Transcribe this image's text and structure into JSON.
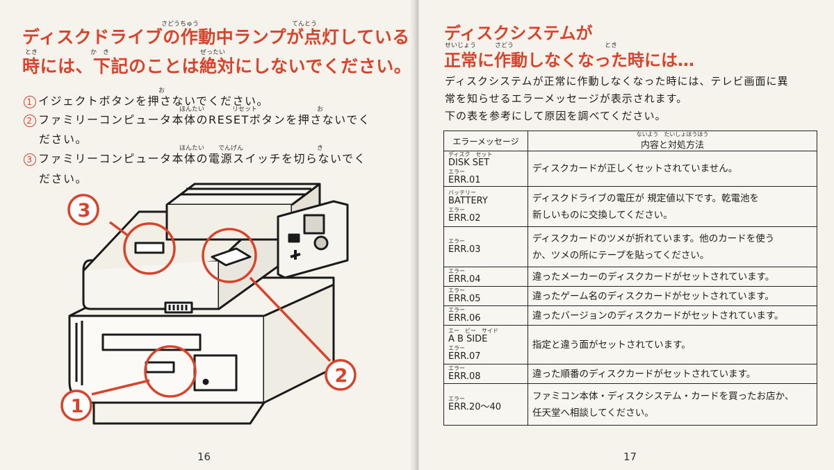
{
  "left_page": {
    "title_line1": "ディスクドライブの作動中ランプが点灯している",
    "title_line2": "時には、下記のことは絶対にしないでください。",
    "title_ruby": {
      "sadouchuu": "さどうちゅう",
      "tentou": "てんとう",
      "toki": "とき",
      "kaki": "か　き",
      "zettai": "ぜったい"
    },
    "items": [
      {
        "num": "1",
        "text": "イジェクトボタンを押さないでください。",
        "ruby": "お"
      },
      {
        "num": "2",
        "text_line1": "ファミリーコンピュータ本体のRESETボタンを押さないでく",
        "text_line2": "ださい。",
        "ruby_hontai": "ほんたい",
        "ruby_reset": "リセット",
        "ruby_osu": "お"
      },
      {
        "num": "3",
        "text_line1": "ファミリーコンピュータ本体の電源スイッチを切らないでく",
        "text_line2": "ださい。",
        "ruby_hontai": "ほんたい",
        "ruby_dengen": "でんげん",
        "ruby_kiru": "き"
      }
    ],
    "callouts": [
      "3",
      "2",
      "1"
    ],
    "page_number": "16"
  },
  "right_page": {
    "title_line1": "ディスクシステムが",
    "title_line2": "正常に作動しなくなった時には…",
    "title_ruby": {
      "seijou": "せいじょう",
      "sadou": "さどう",
      "toki": "とき"
    },
    "intro_lines": [
      "ディスクシステムが正常に作動しなくなった時には、テレビ画面に異",
      "常を知らせるエラーメッセージが表示されます。",
      "下の表を参考にして原因を調べてください。"
    ],
    "table": {
      "headers": [
        "エラーメッセージ",
        "内容と対処方法"
      ],
      "header_ruby": "ないよう　たいしょほうほう",
      "rows": [
        {
          "kana": "ディスク　セット",
          "code": "DISK SET",
          "kana2": "エラー",
          "code2": "ERR.01",
          "desc": [
            "ディスクカードが正しくセットされていません。"
          ]
        },
        {
          "kana": "バッテリー",
          "code": "BATTERY",
          "kana2": "エラー",
          "code2": "ERR.02",
          "desc": [
            "ディスクドライブの電圧が 規定値以下です。乾電池を",
            "新しいものに交換してください。"
          ]
        },
        {
          "kana": "エラー",
          "code": "ERR.03",
          "desc": [
            "ディスクカードのツメが折れています。他のカードを使う",
            "か、ツメの所にテープを貼ってください。"
          ]
        },
        {
          "kana": "エラー",
          "code": "ERR.04",
          "desc": [
            "違ったメーカーのディスクカードがセットされています。"
          ]
        },
        {
          "kana": "エラー",
          "code": "ERR.05",
          "desc": [
            "違ったゲーム名のディスクカードがセットされています。"
          ]
        },
        {
          "kana": "エラー",
          "code": "ERR.06",
          "desc": [
            "違ったバージョンのディスクカードがセットされています。"
          ]
        },
        {
          "kana": "エー　ビー　サイド",
          "code": "A  B SIDE",
          "kana2": "エラー",
          "code2": "ERR.07",
          "desc": [
            "指定と違う面がセットされています。"
          ]
        },
        {
          "kana": "エラー",
          "code": "ERR.08",
          "desc": [
            "違った順番のディスクカードがセットされています。"
          ]
        },
        {
          "kana": "エラー",
          "code": "ERR.20〜40",
          "desc": [
            "ファミコン本体・ディスクシステム・カードを買ったお店か、",
            "任天堂へ相談してください。"
          ]
        }
      ]
    },
    "page_number": "17"
  },
  "colors": {
    "accent_red": "#d8432b",
    "paper": "#f6f3ec",
    "ink": "#1f1c1a"
  }
}
